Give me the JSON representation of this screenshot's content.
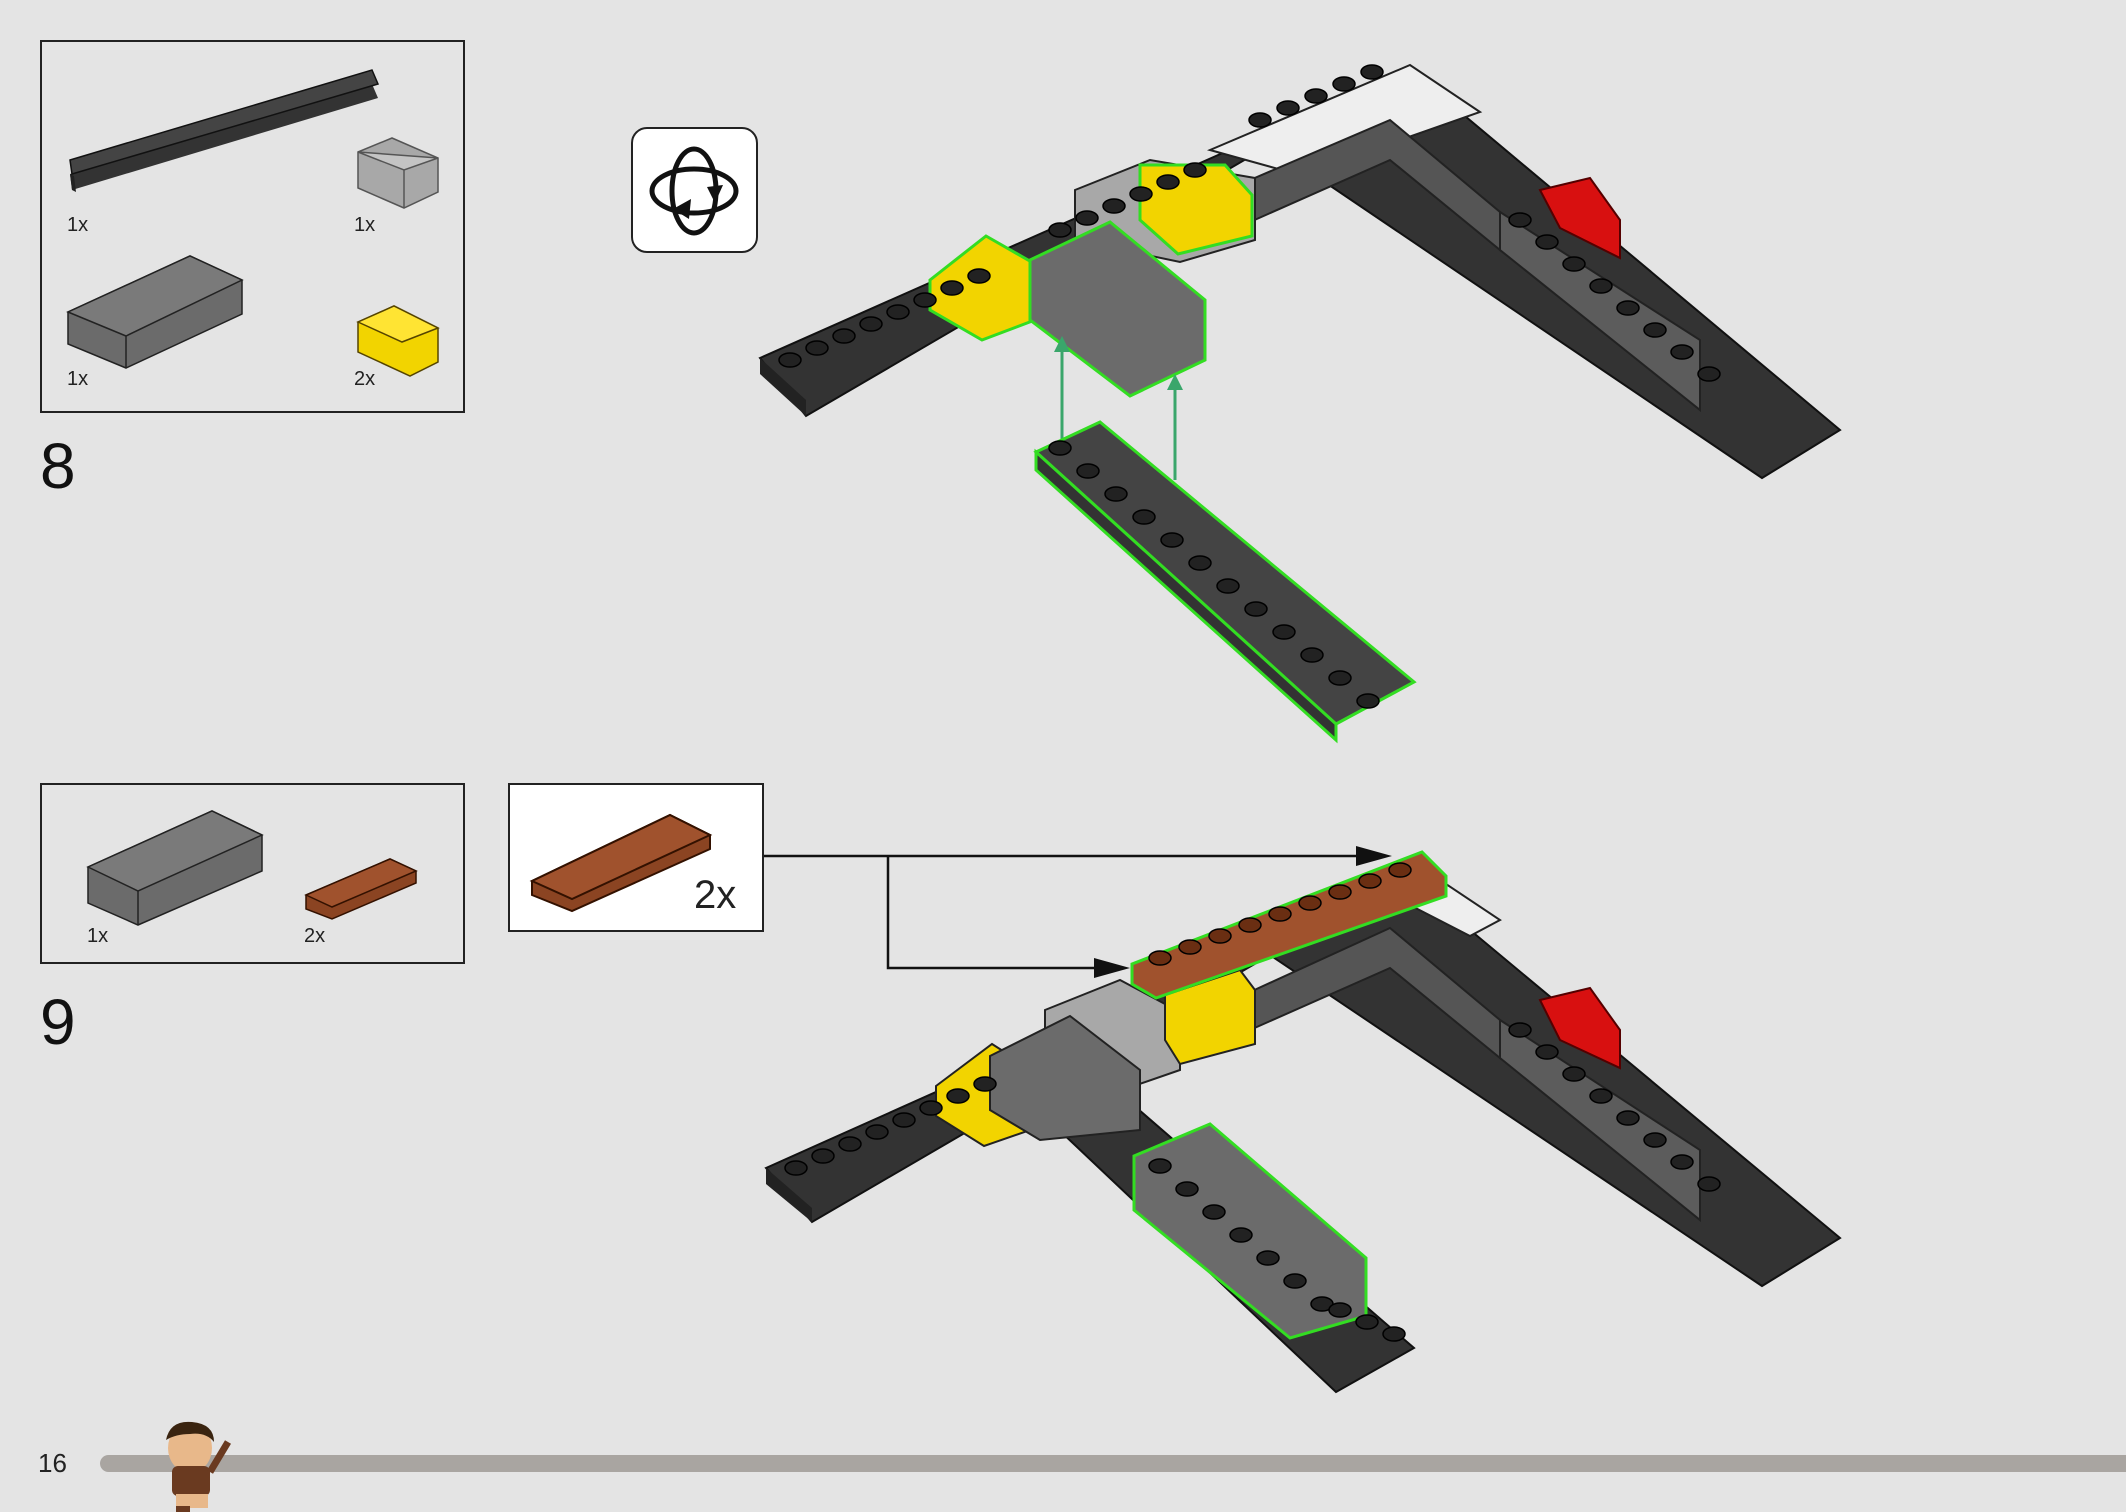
{
  "page": {
    "number": "16"
  },
  "step8": {
    "number": "8",
    "parts": [
      {
        "name": "dark-gray-plate-2x10",
        "qty": "1x"
      },
      {
        "name": "light-gray-brick-2x2",
        "qty": "1x"
      },
      {
        "name": "dark-gray-brick-2x4",
        "qty": "1x"
      },
      {
        "name": "yellow-corner-brick",
        "qty": "2x"
      }
    ]
  },
  "step9": {
    "number": "9",
    "parts": [
      {
        "name": "dark-gray-brick-2x4",
        "qty": "1x"
      },
      {
        "name": "brown-plate-1x4",
        "qty": "2x"
      }
    ],
    "callout_qty": "2x"
  },
  "icons": {
    "rotate": "rotate-model-icon"
  },
  "colors": {
    "background": "#e4e4e4",
    "highlight": "#33dd22",
    "dark_gray": "#3f3f3f",
    "mid_gray": "#6b6b6b",
    "light_gray": "#a8a8a8",
    "yellow": "#f2d400",
    "brown": "#a0522d",
    "red": "#d81010",
    "blue": "#1e5fc8",
    "progress_track": "#a9a5a1"
  }
}
